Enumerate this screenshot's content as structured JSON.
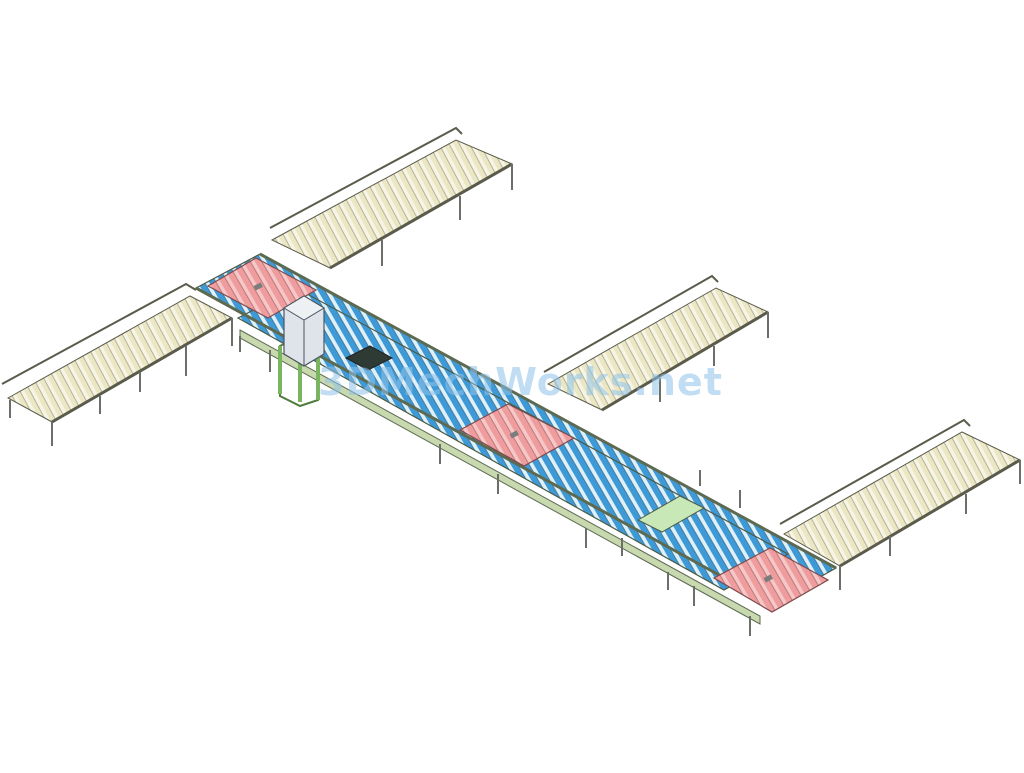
{
  "watermark": {
    "text": "3DMechWorks.net"
  },
  "colors": {
    "background": "#ffffff",
    "frame_green": "#c8d9b0",
    "frame_stroke": "#5c6a52",
    "blue_roller": "#3e9ad6",
    "red_transfer": "#f0a7a8",
    "cream_roller": "#f3f0d8",
    "cabinet": "#dfe4ea",
    "leg_gray": "#cdd3cf"
  },
  "diagram": {
    "components": [
      "main-conveyor-upper",
      "main-conveyor-lower",
      "branch-conveyor-left",
      "branch-conveyor-top",
      "branch-conveyor-middle",
      "branch-conveyor-right",
      "transfer-station-1",
      "transfer-station-2",
      "transfer-station-3",
      "control-cabinet"
    ]
  }
}
